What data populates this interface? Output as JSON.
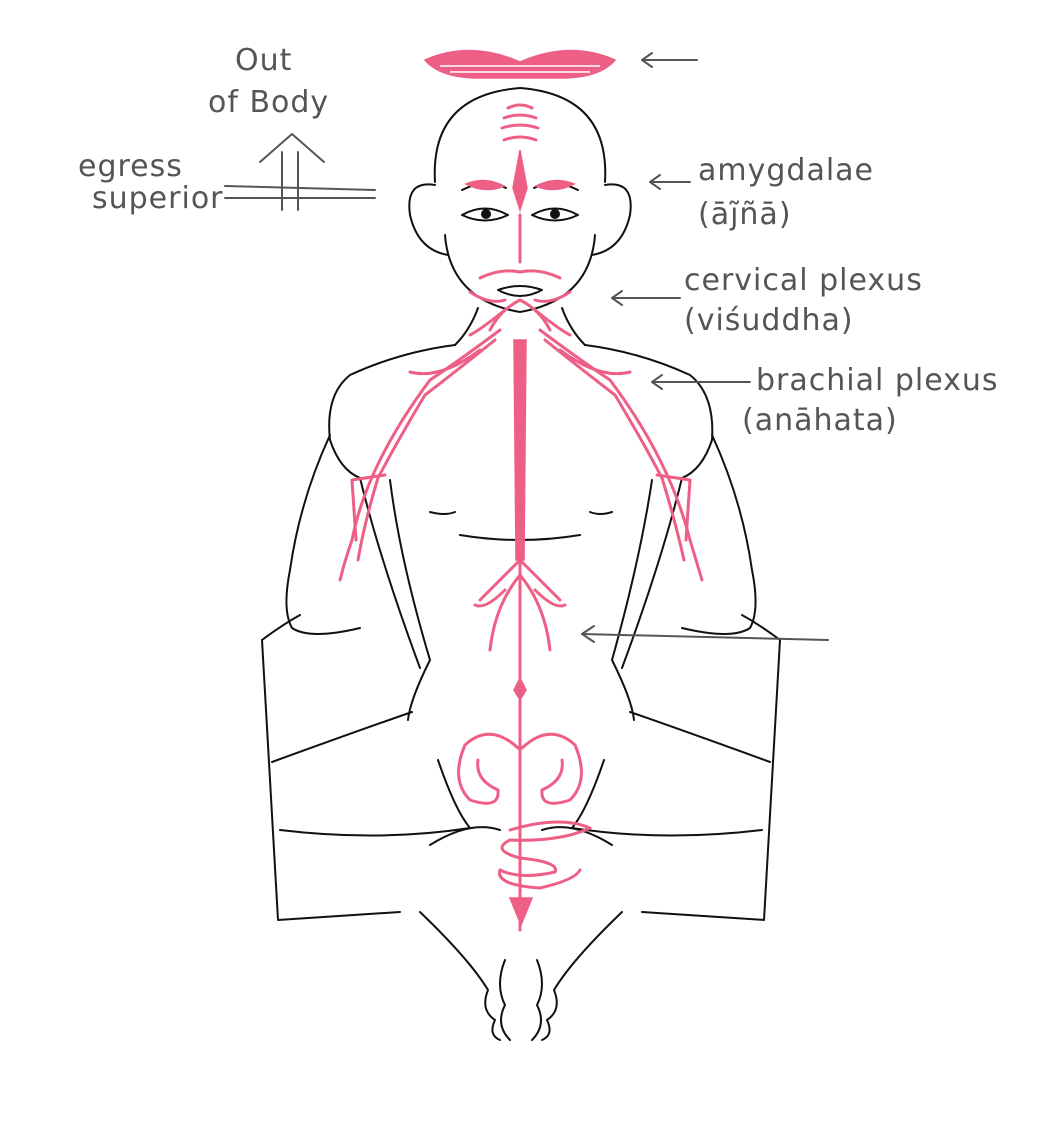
{
  "colors": {
    "accent": "#EE5F86",
    "ink": "#111111",
    "annotation": "#555555",
    "background": "#FFFFFF"
  },
  "labels": {
    "out_of_body_line1": "Out",
    "out_of_body_line2": "of Body",
    "egress_line1": "egress",
    "egress_line2": "superior",
    "amygdalae_line1": "amygdalae",
    "amygdalae_line2": "(āj̃ñā)",
    "cervical_line1": "cervical plexus",
    "cervical_line2": "(viśuddha)",
    "brachial_line1": "brachial plexus",
    "brachial_line2": "(anāhata)"
  }
}
